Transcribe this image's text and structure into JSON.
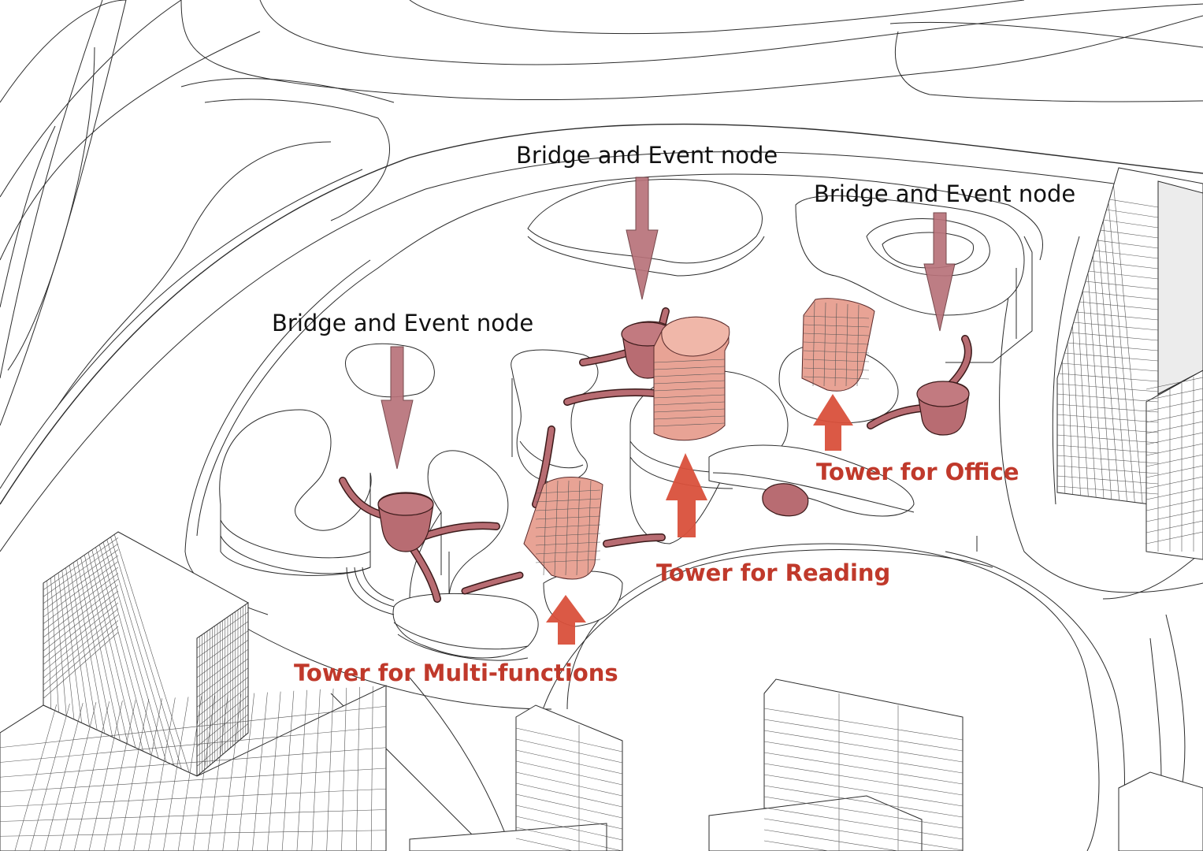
{
  "colors": {
    "background": "#ffffff",
    "linework": "#2b2b2b",
    "node_fill": "#b86c72",
    "tower_fill": "#e8a395",
    "tower_arrow": "#d9503b",
    "node_arrow": "#b8727a",
    "tower_label": "#c0392b",
    "node_label": "#111111"
  },
  "labels": {
    "node_top": "Bridge and Event node",
    "node_right": "Bridge and Event node",
    "node_left": "Bridge and Event node",
    "tower_office": "Tower for Office",
    "tower_reading": "Tower for Reading",
    "tower_multi": "Tower for Multi-functions"
  },
  "icons": {
    "node_arrow": "arrow-down-icon",
    "tower_arrow": "arrow-up-icon"
  }
}
